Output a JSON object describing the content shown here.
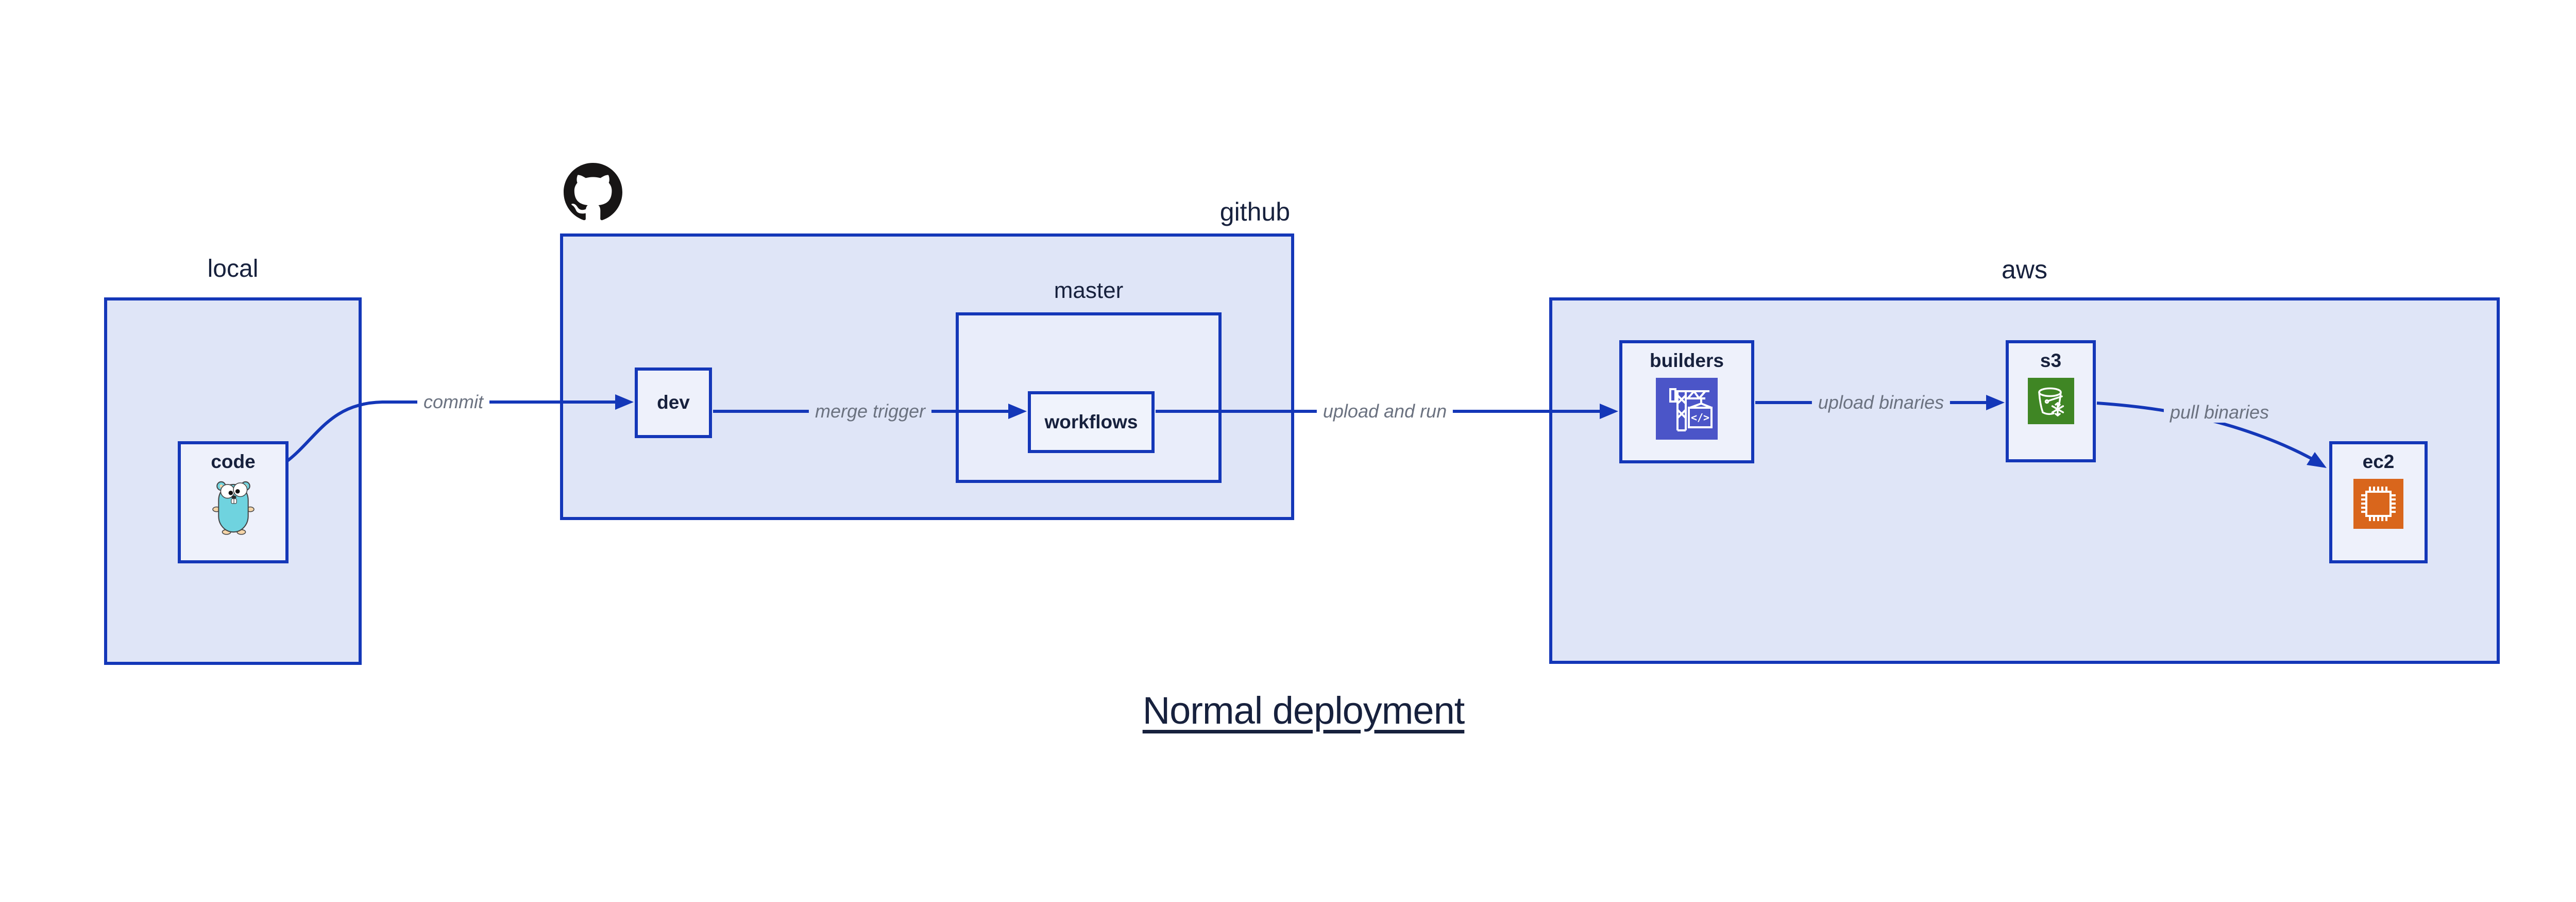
{
  "title": "Normal deployment",
  "containers": {
    "local": {
      "label": "local"
    },
    "github": {
      "label": "github"
    },
    "master": {
      "label": "master"
    },
    "aws": {
      "label": "aws"
    }
  },
  "nodes": {
    "code": {
      "label": "code",
      "icon": "go-gopher"
    },
    "dev": {
      "label": "dev"
    },
    "workflows": {
      "label": "workflows"
    },
    "builders": {
      "label": "builders",
      "icon": "aws-codebuild-crane"
    },
    "s3": {
      "label": "s3",
      "icon": "aws-s3-glacier-bucket"
    },
    "ec2": {
      "label": "ec2",
      "icon": "aws-ec2-chip"
    }
  },
  "edges": {
    "commit": {
      "label": "commit"
    },
    "merge_trigger": {
      "label": "merge trigger"
    },
    "upload_and_run": {
      "label": "upload and run"
    },
    "upload_binaries": {
      "label": "upload binaries"
    },
    "pull_binaries": {
      "label": "pull binaries"
    }
  },
  "colors": {
    "border_blue": "#1437b8",
    "container_fill": "#dfe5f7",
    "master_fill": "#e9edfa",
    "node_fill": "#eef1fb",
    "text_navy": "#17213d",
    "edge_gray": "#6b7280",
    "codebuild_indigo": "#4b55c8",
    "s3_green": "#3f8624",
    "ec2_orange": "#d9661c",
    "github_black": "#171515",
    "gopher_teal": "#6fd3df",
    "gopher_skin": "#f5d5a8",
    "icon_white": "#ffffff",
    "page_bg": "#ffffff"
  }
}
